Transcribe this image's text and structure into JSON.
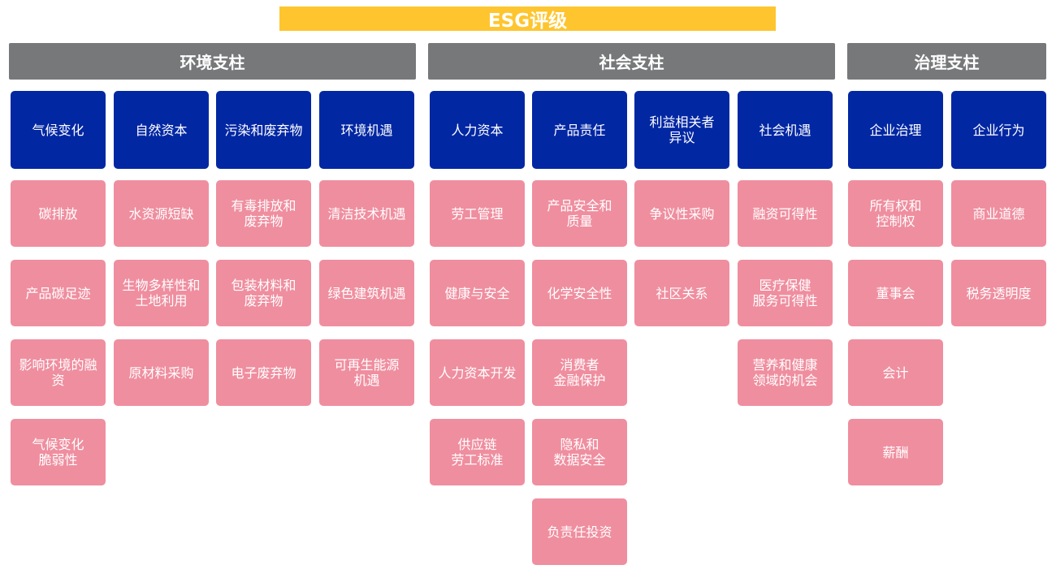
{
  "title": "ESG评级",
  "colors": {
    "title_bar": "#fec52e",
    "pillar_header": "#76787a",
    "theme": "#0227a3",
    "issue": "#ef8e9f"
  },
  "pillars": [
    {
      "name": "环境支柱",
      "themes": [
        {
          "name": "气候变化",
          "issues": [
            "碳排放",
            "产品碳足迹",
            "影响环境的融\n资",
            "气候变化\n脆弱性"
          ]
        },
        {
          "name": "自然资本",
          "issues": [
            "水资源短缺",
            "生物多样性和\n土地利用",
            "原材料采购"
          ]
        },
        {
          "name": "污染和废弃物",
          "issues": [
            "有毒排放和\n废弃物",
            "包装材料和\n废弃物",
            "电子废弃物"
          ]
        },
        {
          "name": "环境机遇",
          "issues": [
            "清洁技术机遇",
            "绿色建筑机遇",
            "可再生能源\n机遇"
          ]
        }
      ]
    },
    {
      "name": "社会支柱",
      "themes": [
        {
          "name": "人力资本",
          "issues": [
            "劳工管理",
            "健康与安全",
            "人力资本开发",
            "供应链\n劳工标准"
          ]
        },
        {
          "name": "产品责任",
          "issues": [
            "产品安全和\n质量",
            "化学安全性",
            "消费者\n金融保护",
            "隐私和\n数据安全",
            "负责任投资"
          ]
        },
        {
          "name": "利益相关者\n异议",
          "issues": [
            "争议性采购",
            "社区关系"
          ]
        },
        {
          "name": "社会机遇",
          "issues": [
            "融资可得性",
            "医疗保健\n服务可得性",
            "营养和健康\n领域的机会"
          ]
        }
      ]
    },
    {
      "name": "治理支柱",
      "themes": [
        {
          "name": "企业治理",
          "issues": [
            "所有权和\n控制权",
            "董事会",
            "会计",
            "薪酬"
          ]
        },
        {
          "name": "企业行为",
          "issues": [
            "商业道德",
            "税务透明度"
          ]
        }
      ]
    }
  ]
}
